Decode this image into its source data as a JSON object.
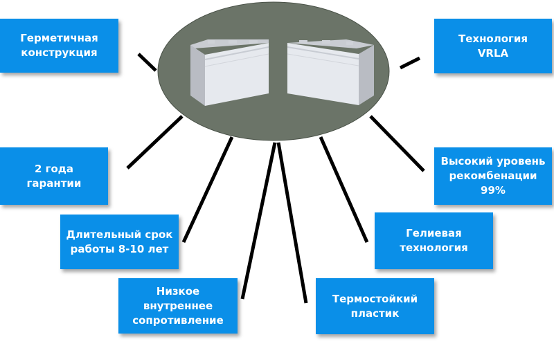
{
  "colors": {
    "box_fill": "#0a8fe8",
    "box_text": "#ffffff",
    "ellipse_fill": "#6b7468",
    "connector": "#000000",
    "battery_body": "#e6e9ee"
  },
  "center_image": {
    "icons": [
      "battery-icon",
      "battery-icon"
    ]
  },
  "features": {
    "sealed": {
      "line1": "Герметичная",
      "line2": "конструкция"
    },
    "vrla": {
      "line1": "Технология",
      "line2": "VRLA"
    },
    "warranty": {
      "line1": "2 года",
      "line2": "гарантии"
    },
    "recombination": {
      "line1": "Высокий уровень",
      "line2": "рекомбенации 99%"
    },
    "service_life": {
      "line1": "Длительный срок",
      "line2": "работы 8-10 лет"
    },
    "gel": {
      "line1": "Гелиевая",
      "line2": "технология"
    },
    "resistance": {
      "line1": "Низкое внутреннее",
      "line2": "сопротивление"
    },
    "plastic": {
      "line1": "Термостойкий",
      "line2": "пластик"
    }
  }
}
